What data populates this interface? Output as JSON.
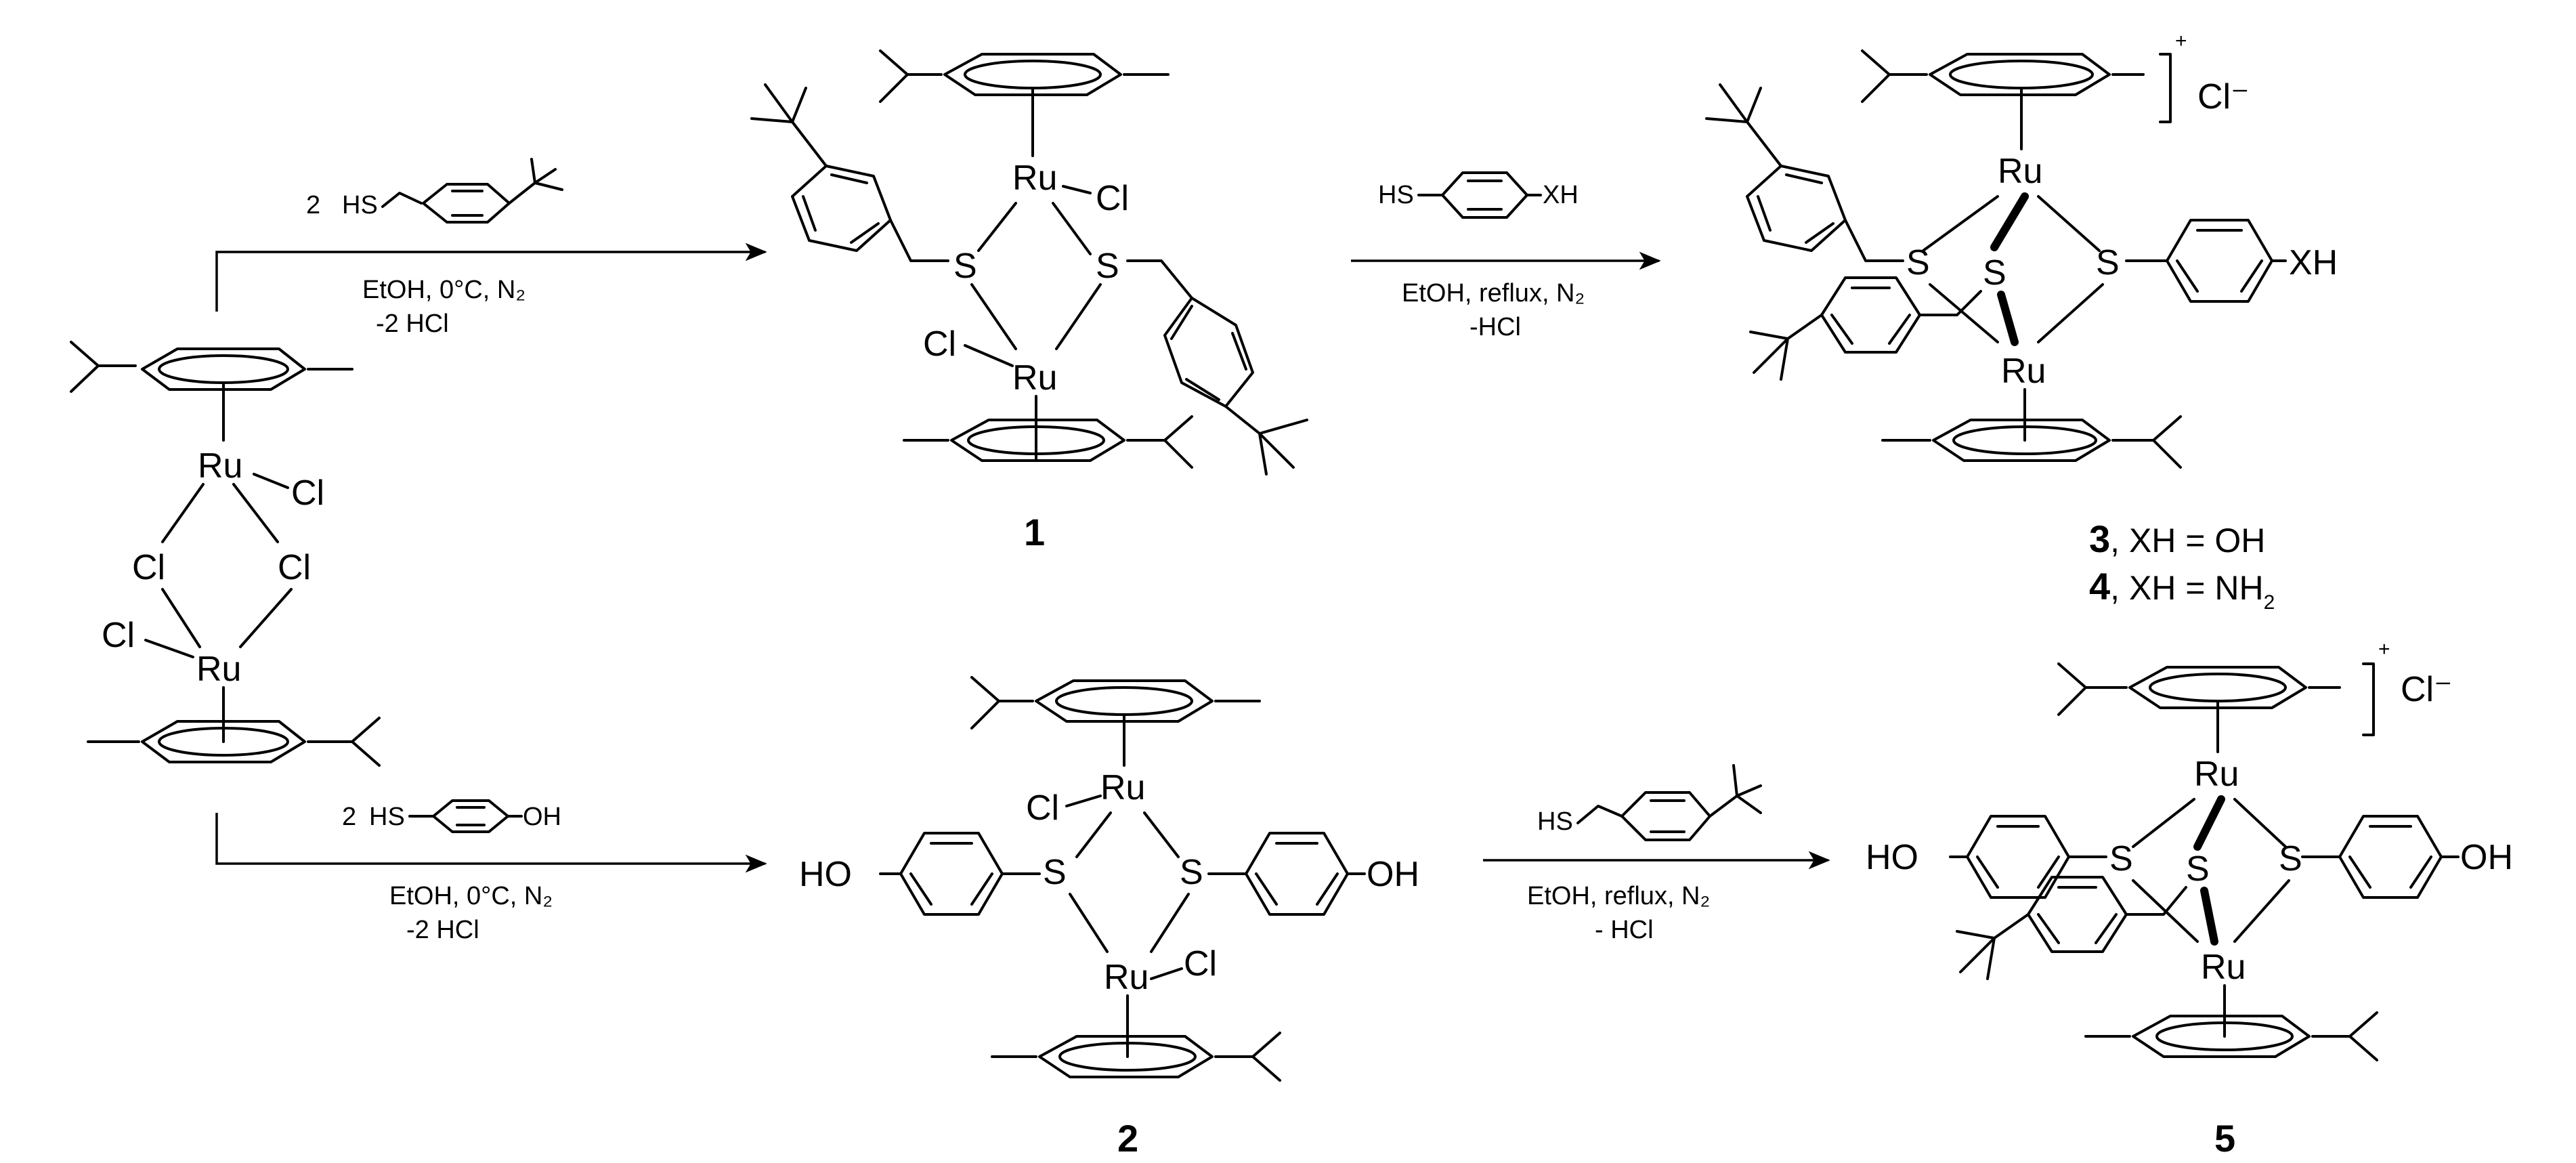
{
  "atoms": {
    "Ru": "Ru",
    "Cl": "Cl",
    "S": "S",
    "HS": "HS",
    "HO": "HO",
    "OH": "OH",
    "XH": "XH",
    "plus": "+",
    "chloride": "Cl⁻"
  },
  "arrows": {
    "top_left": {
      "reagent_count": "2",
      "conditions_line1": "EtOH, 0°C, N₂",
      "conditions_line2": "-2 HCl"
    },
    "bottom_left": {
      "reagent_count": "2",
      "conditions_line1": "EtOH, 0°C, N₂",
      "conditions_line2": "-2 HCl"
    },
    "top_right": {
      "conditions_line1": "EtOH, reflux, N₂",
      "conditions_line2": "-HCl"
    },
    "bottom_right": {
      "conditions_line1": "EtOH, reflux, N₂",
      "conditions_line2": "- HCl"
    }
  },
  "labels": {
    "c1": "1",
    "c2": "2",
    "c3": "3",
    "c3_def": ", XH = OH",
    "c4": "4",
    "c4_def": ", XH = NH",
    "c4_sub": "2",
    "c5": "5"
  }
}
